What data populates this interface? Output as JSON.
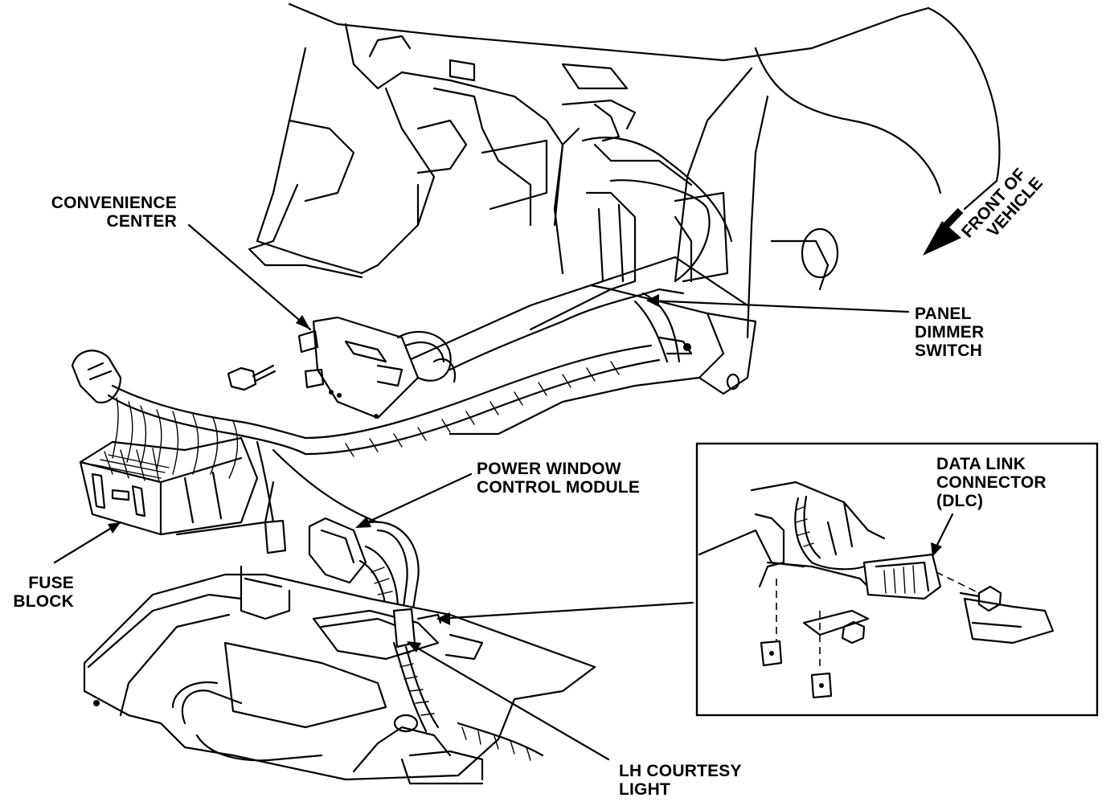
{
  "labels": {
    "convenience_center": [
      "CONVENIENCE",
      "CENTER"
    ],
    "panel_dimmer_switch": [
      "PANEL",
      "DIMMER",
      "SWITCH"
    ],
    "front_of_vehicle": [
      "FRONT OF",
      "VEHICLE"
    ],
    "power_window_control_module": [
      "POWER WINDOW",
      "CONTROL MODULE"
    ],
    "fuse_block": [
      "FUSE",
      "BLOCK"
    ],
    "data_link_connector": [
      "DATA LINK",
      "CONNECTOR",
      "(DLC)"
    ],
    "lh_courtesy_light": [
      "LH COURTESY",
      "LIGHT"
    ]
  },
  "icons": {
    "front_arrow": "arrow-down-left",
    "wiring": "wire-harness",
    "fastener": "bolt"
  },
  "colors": {
    "ink": "#000000",
    "paper": "#ffffff"
  }
}
